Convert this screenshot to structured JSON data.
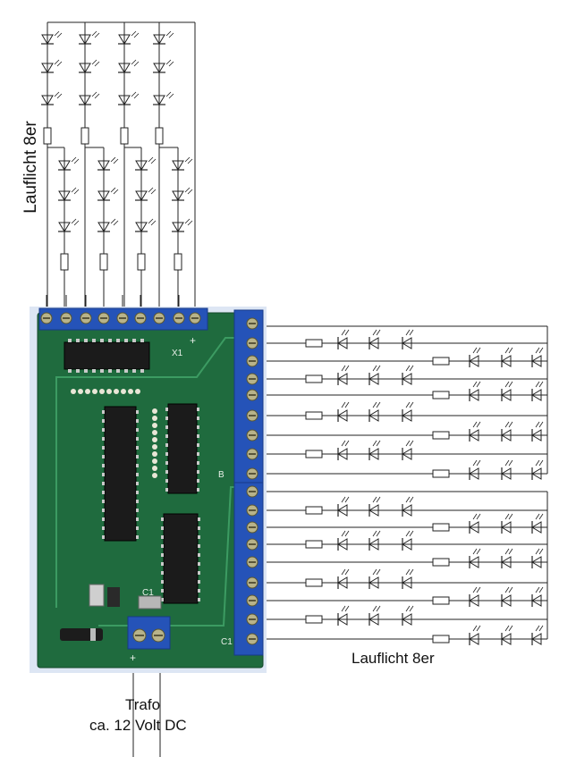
{
  "labels": {
    "top_group": "Lauflicht 8er",
    "right_group": "Lauflicht 8er",
    "power_line1": "Trafo",
    "power_line2": "ca. 12 Volt DC"
  },
  "board_marks": {
    "connector_x1": "X1",
    "connector_b": "B",
    "connector_c1": "C1",
    "cap_c1": "C1",
    "plus": "+",
    "minus": "-"
  },
  "colors": {
    "pcb": "#1f6b3e",
    "terminal": "#2553b8",
    "wire": "#222222",
    "background": "#ffffff"
  }
}
